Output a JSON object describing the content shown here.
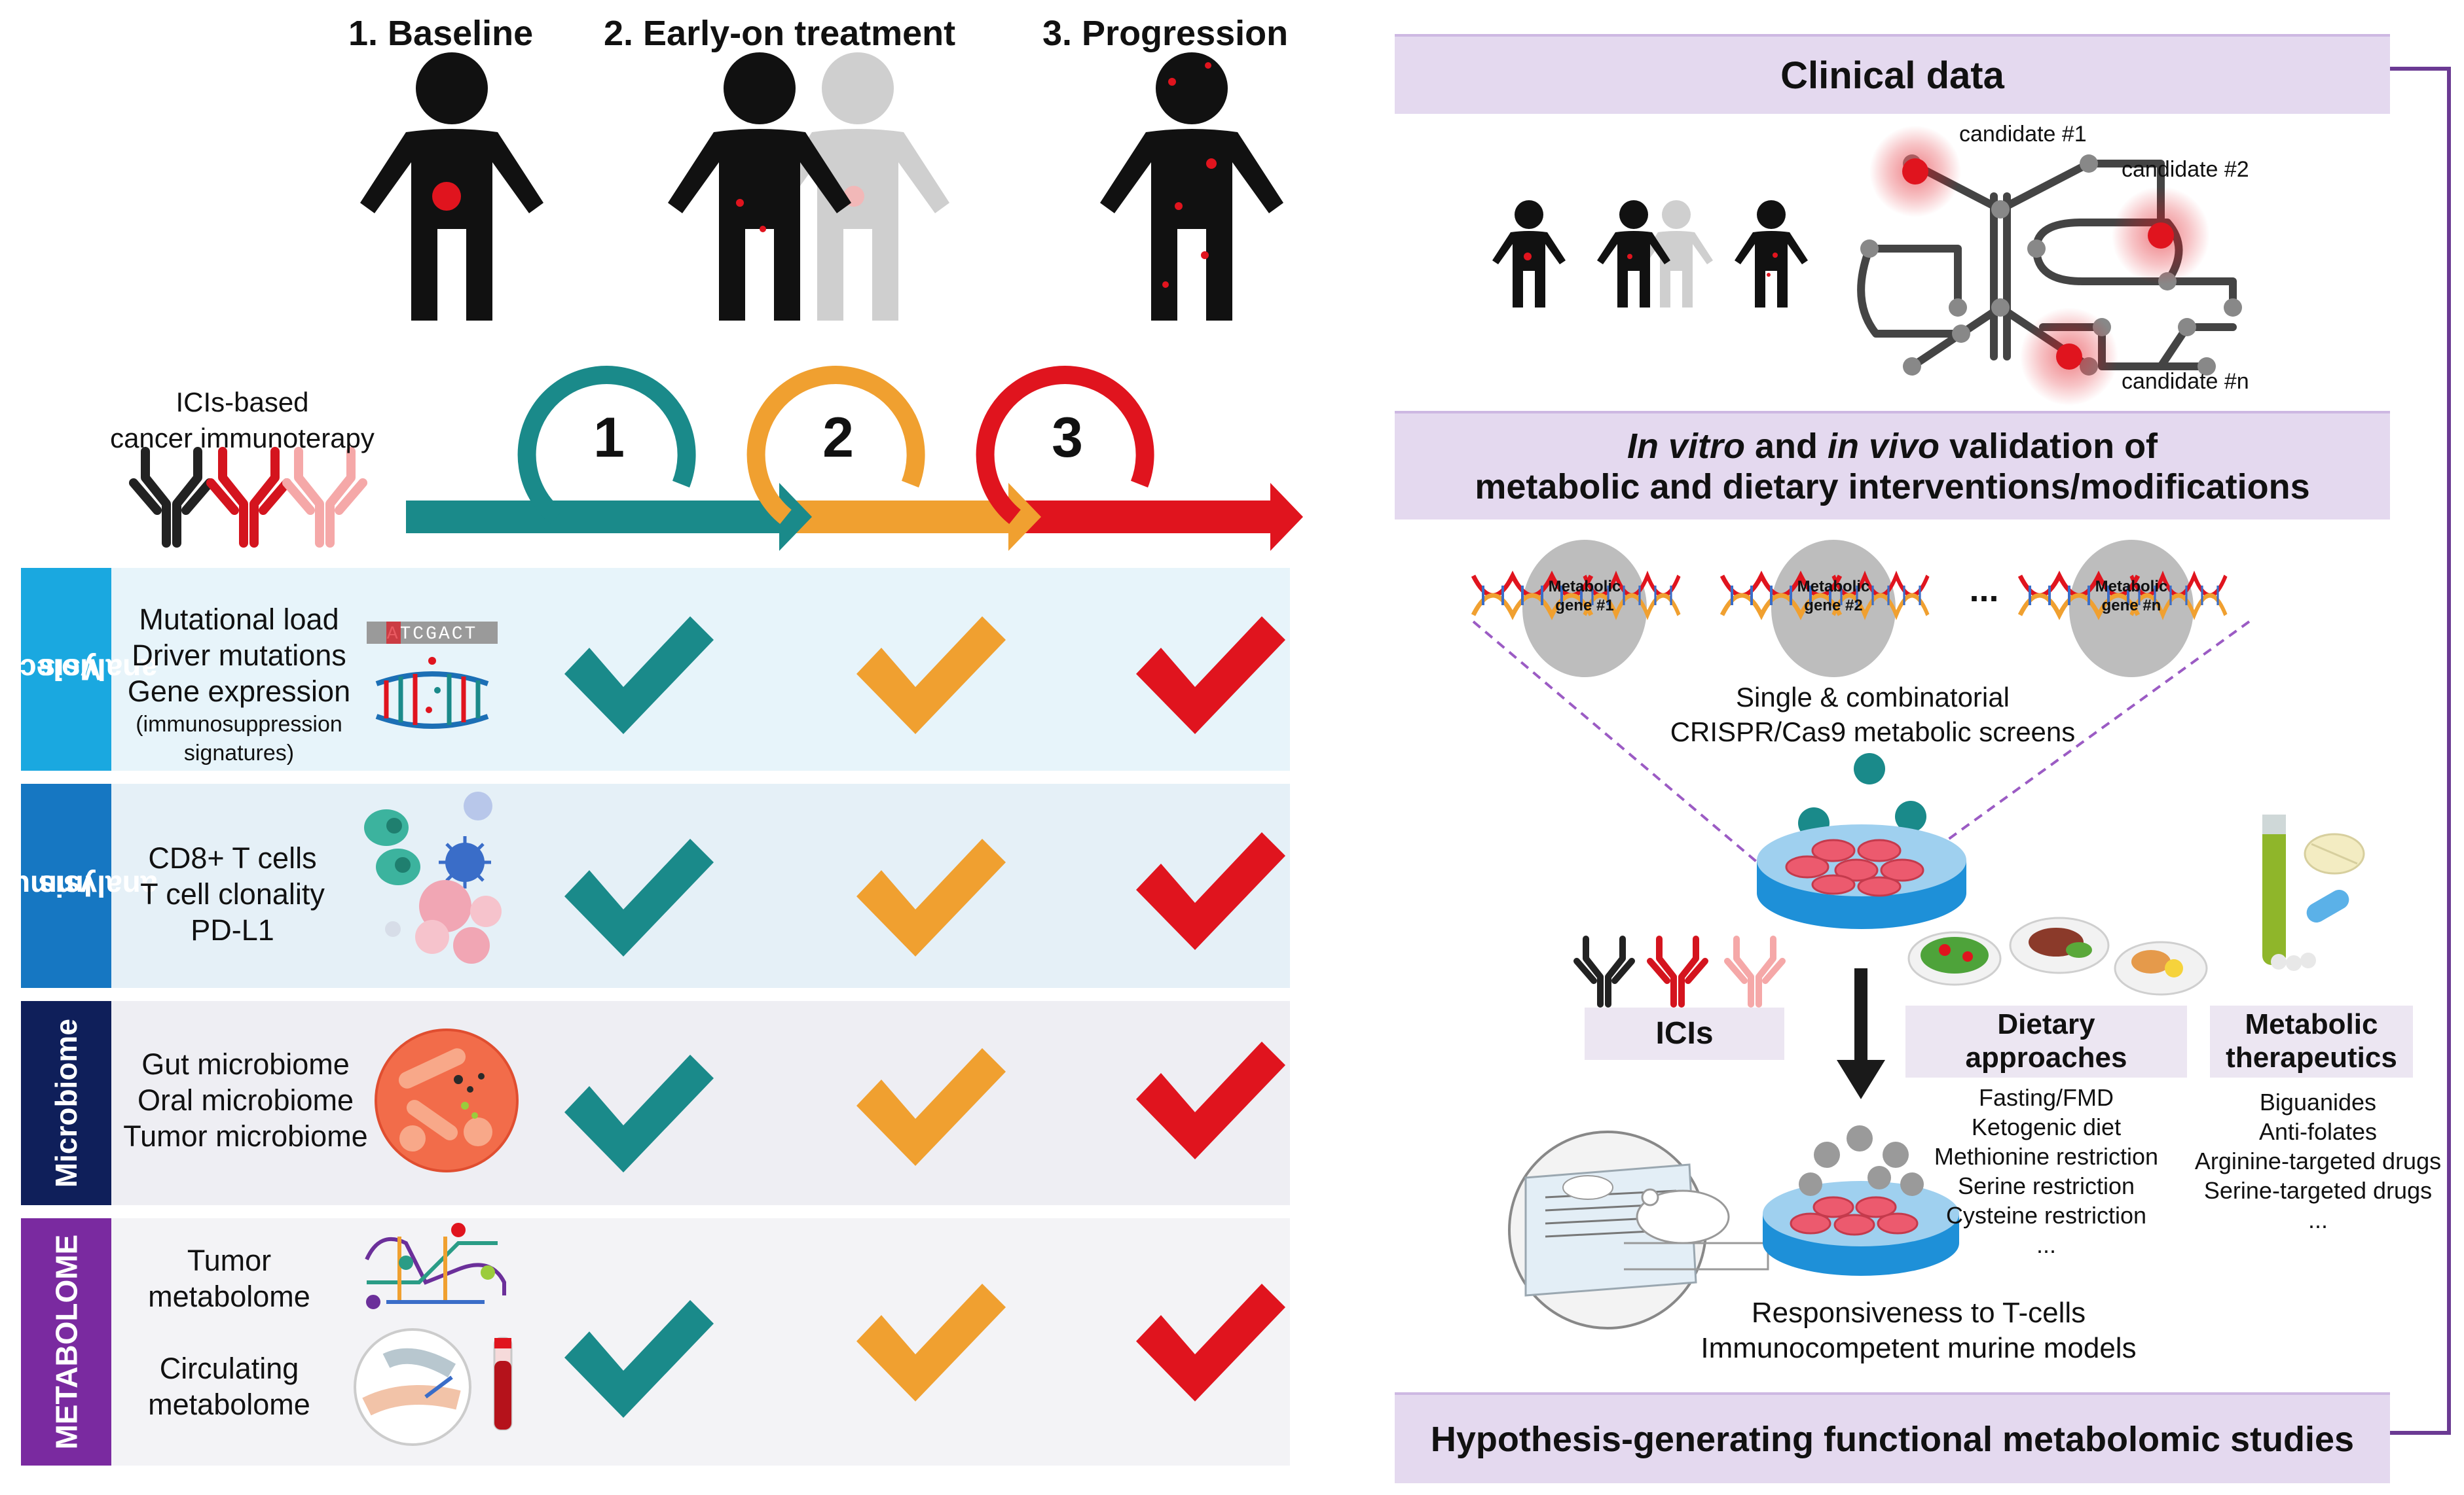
{
  "stages": {
    "baseline": "1. Baseline",
    "early": "2. Early-on treatment",
    "progression": "3. Progression"
  },
  "therapy": {
    "line1": "ICIs-based",
    "line2": "cancer immunoterapy"
  },
  "timeline": {
    "step1": "1",
    "step2": "2",
    "step3": "3",
    "colors": [
      "#1a8a8a",
      "#f0a030",
      "#e0141e"
    ]
  },
  "rows": {
    "molecular": {
      "tab": [
        "Molecular",
        "analysis"
      ],
      "items": [
        "Mutational load",
        "Driver mutations",
        "Gene expression"
      ],
      "note": [
        "(immunosuppression",
        "signatures)"
      ],
      "dna_letters": "ATCGACT"
    },
    "immune": {
      "tab": [
        "Immune",
        "analysis"
      ],
      "items": [
        "CD8+ T cells",
        "T cell clonality",
        "PD-L1"
      ]
    },
    "microbiome": {
      "tab": [
        "Microbiome"
      ],
      "items": [
        "Gut microbiome",
        "Oral microbiome",
        "Tumor microbiome"
      ]
    },
    "metabolome": {
      "tab": [
        "METABOLOME"
      ],
      "items_a": [
        "Tumor",
        "metabolome"
      ],
      "items_b": [
        "Circulating",
        "metabolome"
      ]
    }
  },
  "right": {
    "clinical_title": "Clinical data",
    "candidates": [
      "candidate #1",
      "candidate #2",
      "candidate #n"
    ],
    "validation_line1_pre": "In vitro",
    "validation_line1_mid": " and ",
    "validation_line1_em": "in vivo",
    "validation_line1_post": " validation of",
    "validation_line2": "metabolic and dietary interventions/modifications",
    "genes": [
      [
        "Metabolic",
        "gene #1"
      ],
      [
        "Metabolic",
        "gene #2"
      ],
      [
        "Metabolic",
        "gene #n"
      ]
    ],
    "gene_ellipsis": "...",
    "screens": [
      "Single & combinatorial",
      "CRISPR/Cas9 metabolic screens"
    ],
    "icis": "ICIs",
    "dietary_title": [
      "Dietary",
      "approaches"
    ],
    "dietary_items": [
      "Fasting/FMD",
      "Ketogenic diet",
      "Methionine  restriction",
      "Serine restriction",
      "Cysteine restriction",
      "..."
    ],
    "metabolic_title": [
      "Metabolic",
      "therapeutics"
    ],
    "metabolic_items": [
      "Biguanides",
      "Anti-folates",
      "Arginine-targeted  drugs",
      "Serine-targeted  drugs",
      "..."
    ],
    "responsiveness": [
      "Responsiveness to T-cells",
      "Immunocompetent murine models"
    ],
    "hypothesis": "Hypothesis-generating functional metabolomic studies"
  }
}
